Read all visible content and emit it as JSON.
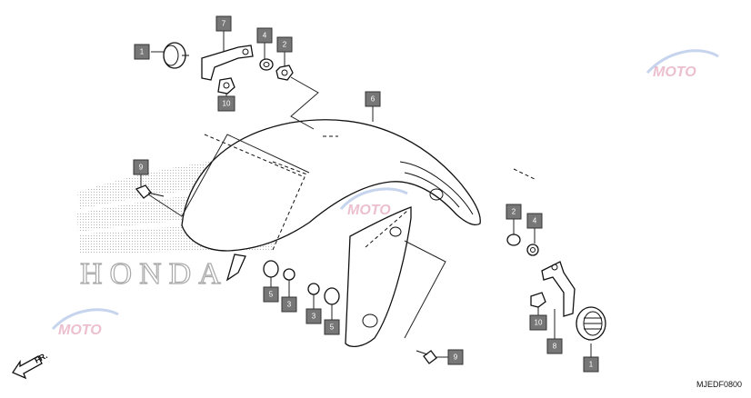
{
  "diagram": {
    "reference_code": "MJEDF0800",
    "direction_label": "FR.",
    "brand_watermark": "HONDA",
    "site_watermark": "MOTO",
    "callouts": [
      {
        "id": "c1-top",
        "label": "1"
      },
      {
        "id": "c7",
        "label": "7"
      },
      {
        "id": "c4-top",
        "label": "4"
      },
      {
        "id": "c2-top",
        "label": "2"
      },
      {
        "id": "c10-top",
        "label": "10"
      },
      {
        "id": "c6",
        "label": "6"
      },
      {
        "id": "c9-left",
        "label": "9"
      },
      {
        "id": "c5-left",
        "label": "5"
      },
      {
        "id": "c3-left",
        "label": "3"
      },
      {
        "id": "c3-mid",
        "label": "3"
      },
      {
        "id": "c5-mid",
        "label": "5"
      },
      {
        "id": "c2-right",
        "label": "2"
      },
      {
        "id": "c4-right",
        "label": "4"
      },
      {
        "id": "c10-right",
        "label": "10"
      },
      {
        "id": "c8",
        "label": "8"
      },
      {
        "id": "c1-right",
        "label": "1"
      },
      {
        "id": "c9-bottom",
        "label": "9"
      }
    ]
  }
}
